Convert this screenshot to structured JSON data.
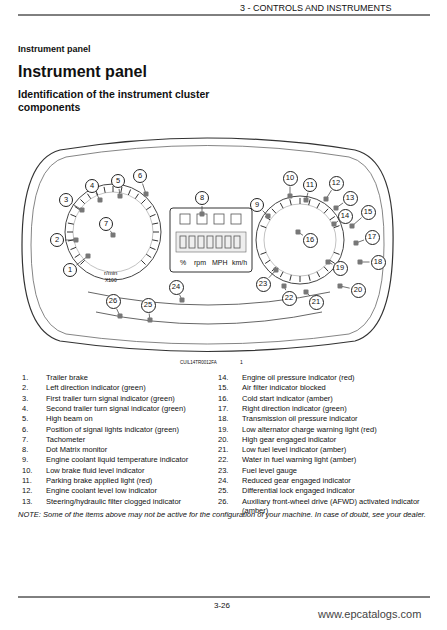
{
  "diagram": {
    "title": "Instrument panel",
    "nodes": [
      {
        "text": [
          "1"
        ]
      },
      {
        "text": [
          "2"
        ]
      },
      {
        "text": [
          "3"
        ]
      },
      {
        "text": [
          "4"
        ]
      },
      {
        "text": [
          "5"
        ]
      },
      {
        "text": [
          "6"
        ]
      },
      {
        "text": [
          "7"
        ]
      },
      {
        "text": [
          "8"
        ]
      },
      {
        "text": [
          "9"
        ]
      },
      {
        "text": [
          "10"
        ]
      },
      {
        "text": [
          "11"
        ]
      },
      {
        "text": [
          "12"
        ]
      },
      {
        "text": [
          "13"
        ]
      },
      {
        "text": [
          "14"
        ]
      },
      {
        "text": [
          "15"
        ]
      },
      {
        "text": [
          "16"
        ]
      },
      {
        "text": [
          "17"
        ]
      },
      {
        "text": [
          "18"
        ]
      },
      {
        "text": [
          "19"
        ]
      },
      {
        "text": [
          "20"
        ]
      },
      {
        "text": [
          "21"
        ]
      },
      {
        "text": [
          "22"
        ]
      },
      {
        "text": [
          "23"
        ]
      },
      {
        "text": [
          "24"
        ]
      },
      {
        "text": [
          "25"
        ]
      },
      {
        "text": [
          "26"
        ]
      }
    ],
    "labels": [
      "3 - CONTROLS AND INSTRUMENTS",
      "Instrument panel",
      "Identification of the instrument cluster components",
      "r/min",
      "X100",
      "%",
      "rpm",
      "MPH",
      "km/h",
      "CUIL14TR0012FA",
      "1",
      "1.",
      "Trailer brake",
      "2.",
      "Left direction indicator (green)",
      "3.",
      "First trailer turn signal indicator (green)",
      "4.",
      "Second trailer turn signal indicator (green)",
      "5.",
      "High beam on",
      "6.",
      "Position of signal lights indicator (green)",
      "7.",
      "Tachometer",
      "8.",
      "Dot Matrix monitor",
      "9.",
      "Engine coolant liquid temperature indicator",
      "10.",
      "Low brake fluid level indicator",
      "11.",
      "Parking brake applied light (red)",
      "12.",
      "Engine coolant level low indicator",
      "13.",
      "Steering/hydraulic filter clogged indicator",
      "14.",
      "Engine oil pressure indicator (red)",
      "15.",
      "Air filter indicator blocked",
      "16.",
      "Cold start indicator (amber)",
      "17.",
      "Right direction indicator (green)",
      "18.",
      "Transmission oil pressure indicator",
      "19.",
      "Low alternator charge warning light (red)",
      "20.",
      "High gear engaged indicator",
      "21.",
      "Low fuel level indicator (amber)",
      "22.",
      "Water in fuel warning light (amber)",
      "23.",
      "Fuel level gauge",
      "24.",
      "Reduced gear engaged indicator",
      "25.",
      "Differential lock engaged indicator",
      "26.",
      "Auxiliary front-wheel drive (AFWD) activated indicator (amber)",
      "NOTE: Some of the items above may not be active for the configuration of your machine. In case of doubt, see your dealer.",
      "3-26",
      "www.epcatalogs.com"
    ]
  }
}
